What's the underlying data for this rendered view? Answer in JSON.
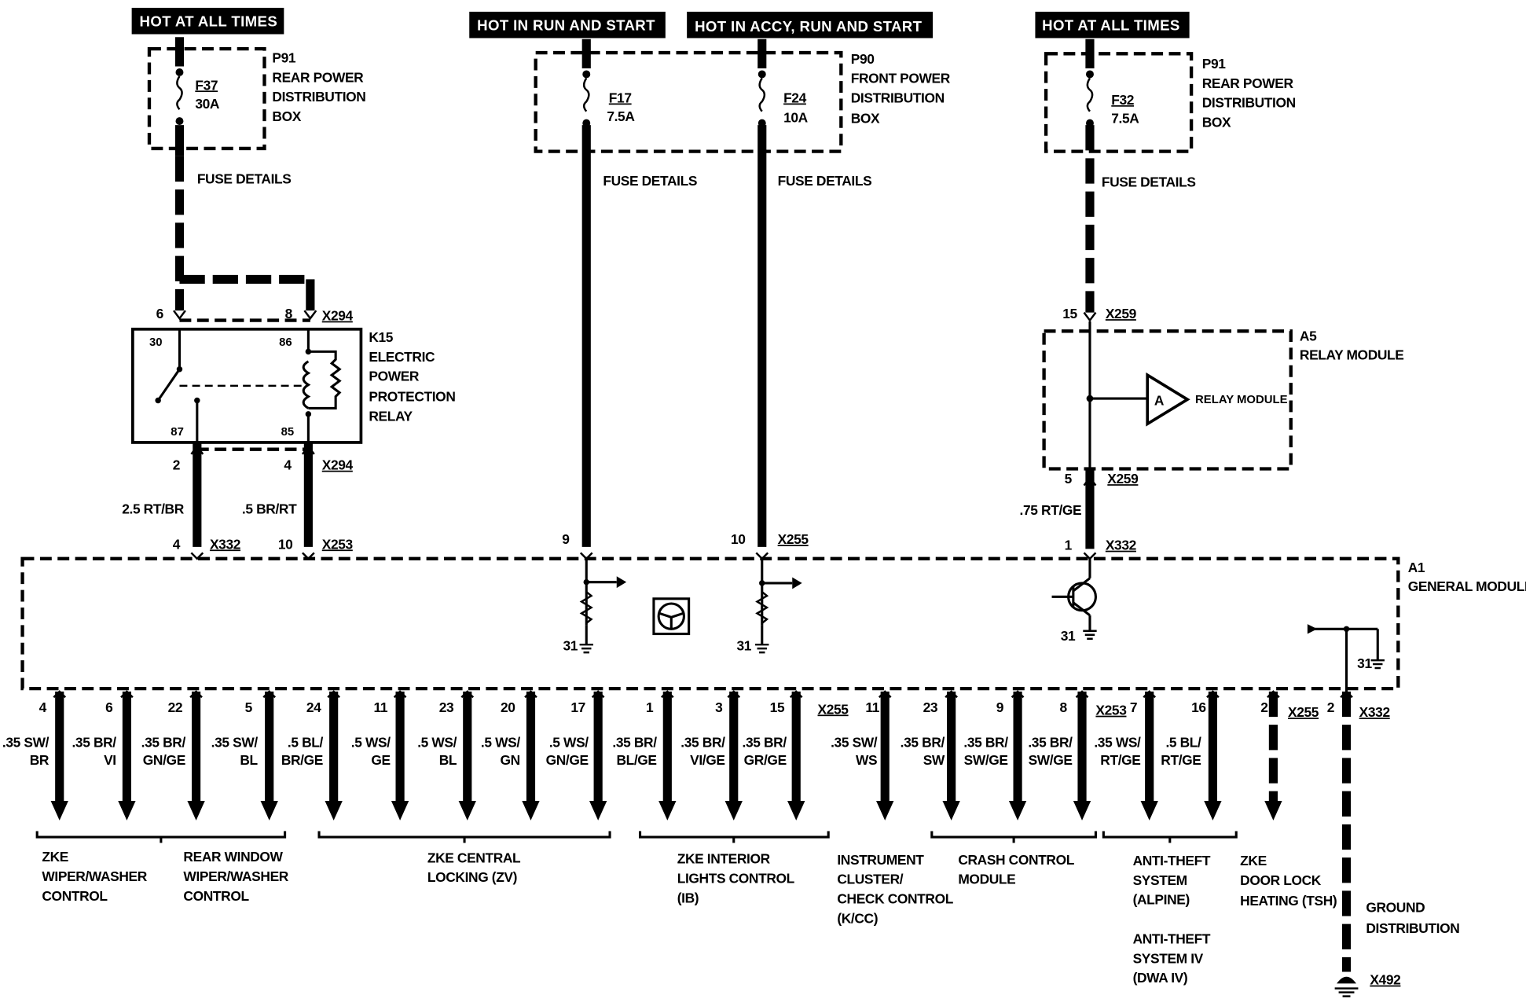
{
  "headers": {
    "hot_all_times_left": "HOT AT ALL TIMES",
    "hot_run_start": "HOT IN RUN AND START",
    "hot_accy_run_start": "HOT IN ACCY, RUN AND START",
    "hot_all_times_right": "HOT AT ALL TIMES"
  },
  "fuses": {
    "f37": {
      "id": "F37",
      "rating": "30A"
    },
    "f17": {
      "id": "F17",
      "rating": "7.5A"
    },
    "f24": {
      "id": "F24",
      "rating": "10A"
    },
    "f32": {
      "id": "F32",
      "rating": "7.5A"
    }
  },
  "boxes": {
    "p91_left": [
      "P91",
      "REAR POWER",
      "DISTRIBUTION",
      "BOX"
    ],
    "p90": [
      "P90",
      "FRONT POWER",
      "DISTRIBUTION",
      "BOX"
    ],
    "p91_right": [
      "P91",
      "REAR POWER",
      "DISTRIBUTION",
      "BOX"
    ]
  },
  "fuse_details": "FUSE DETAILS",
  "relay_k15": {
    "label": [
      "K15",
      "ELECTRIC",
      "POWER",
      "PROTECTION",
      "RELAY"
    ],
    "pins": {
      "p30": "30",
      "p86": "86",
      "p87": "87",
      "p85": "85"
    }
  },
  "relay_module": {
    "label": [
      "A5",
      "RELAY MODULE"
    ],
    "inner": "RELAY MODULE",
    "symbol": "A"
  },
  "general_module": [
    "A1",
    "GENERAL MODULE"
  ],
  "connectors": {
    "x294": "X294",
    "x332": "X332",
    "x253": "X253",
    "x255": "X255",
    "x259": "X259",
    "x492": "X492"
  },
  "pin_numbers": {
    "k15_top_left": "6",
    "k15_top_right": "8",
    "k15_bot_left": "2",
    "k15_bot_right": "4",
    "gm_in_1": "4",
    "gm_in_2": "10",
    "gm_in_3": "9",
    "gm_in_4": "10",
    "gm_in_5": "1",
    "a5_top": "15",
    "a5_bot": "5",
    "ground_31": "31"
  },
  "wire_colors_top": {
    "left": "2.5 RT/BR",
    "right": ".5 BR/RT",
    "a5": ".75 RT/GE"
  },
  "outputs": [
    {
      "pin": "4",
      "wire": [
        ".35 SW/",
        "BR"
      ]
    },
    {
      "pin": "6",
      "wire": [
        ".35 BR/",
        "VI"
      ]
    },
    {
      "pin": "22",
      "wire": [
        ".35 BR/",
        "GN/GE"
      ]
    },
    {
      "pin": "5",
      "wire": [
        ".35 SW/",
        "BL"
      ]
    },
    {
      "pin": "24",
      "wire": [
        ".5 BL/",
        "BR/GE"
      ]
    },
    {
      "pin": "11",
      "wire": [
        ".5 WS/",
        "GE"
      ]
    },
    {
      "pin": "23",
      "wire": [
        ".5 WS/",
        "BL"
      ]
    },
    {
      "pin": "20",
      "wire": [
        ".5 WS/",
        "GN"
      ]
    },
    {
      "pin": "17",
      "wire": [
        ".5 WS/",
        "GN/GE"
      ]
    },
    {
      "pin": "1",
      "wire": [
        ".35 BR/",
        "BL/GE"
      ]
    },
    {
      "pin": "3",
      "wire": [
        ".35 BR/",
        "VI/GE"
      ]
    },
    {
      "pin": "15",
      "wire": [
        ".35 BR/",
        "GR/GE"
      ]
    },
    {
      "pin": "11",
      "wire": [
        ".35 SW/",
        "WS"
      ]
    },
    {
      "pin": "23",
      "wire": [
        ".35 BR/",
        "SW"
      ]
    },
    {
      "pin": "9",
      "wire": [
        ".35 BR/",
        "SW/GE"
      ]
    },
    {
      "pin": "8",
      "wire": [
        ".35 BR/",
        "SW/GE"
      ]
    },
    {
      "pin": "7",
      "wire": [
        ".35 WS/",
        "RT/GE"
      ]
    },
    {
      "pin": "16",
      "wire": [
        ".5 BL/",
        "RT/GE"
      ]
    },
    {
      "pin": "2",
      "wire": []
    },
    {
      "pin": "2",
      "wire": []
    }
  ],
  "destinations": {
    "zke_wiper": [
      "ZKE",
      "WIPER/WASHER",
      "CONTROL"
    ],
    "rear_window": [
      "REAR WINDOW",
      "WIPER/WASHER",
      "CONTROL"
    ],
    "central_locking": [
      "ZKE CENTRAL",
      "LOCKING (ZV)"
    ],
    "interior_lights": [
      "ZKE INTERIOR",
      "LIGHTS CONTROL",
      "(IB)"
    ],
    "instrument_cluster": [
      "INSTRUMENT",
      "CLUSTER/",
      "CHECK CONTROL",
      "(K/CC)"
    ],
    "crash_control": [
      "CRASH CONTROL",
      "MODULE"
    ],
    "anti_theft": [
      "ANTI-THEFT",
      "SYSTEM",
      "(ALPINE)"
    ],
    "anti_theft_iv": [
      "ANTI-THEFT",
      "SYSTEM IV",
      "(DWA IV)"
    ],
    "door_lock": [
      "ZKE",
      "DOOR LOCK",
      "HEATING (TSH)"
    ],
    "ground": [
      "GROUND",
      "DISTRIBUTION"
    ]
  }
}
